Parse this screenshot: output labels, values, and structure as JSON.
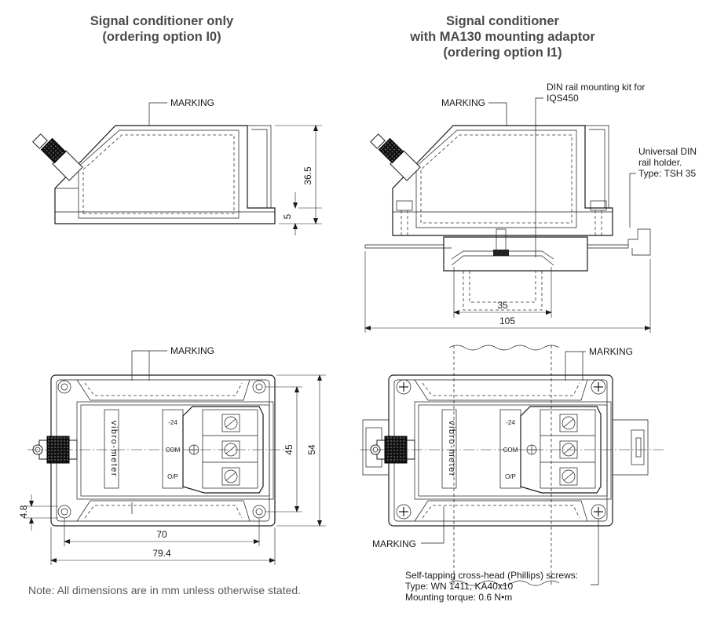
{
  "titles": {
    "left_line1": "Signal conditioner only",
    "left_line2": "(ordering option I0)",
    "right_line1": "Signal conditioner",
    "right_line2": "with MA130 mounting adaptor",
    "right_line3": "(ordering option I1)"
  },
  "labels": {
    "marking": "MARKING",
    "din_kit_line1": "DIN rail mounting kit for",
    "din_kit_line2": "IQS450",
    "holder_line1": "Universal DIN",
    "holder_line2": "rail holder.",
    "holder_line3": "Type: TSH 35",
    "screws_line1": "Self-tapping cross-head (Phillips) screws:",
    "screws_line2": "Type: WN 1411, KA40x10",
    "screws_line3": "Mounting torque: 0.6 N•m"
  },
  "dimensions": {
    "height": "36.5",
    "base": "5",
    "rail": "35",
    "overall_length": "105",
    "hole_pitch_v": "45",
    "width_v": "54",
    "hole_pitch_h": "70",
    "length_h": "79.4",
    "hole_offset": "4.8"
  },
  "terminals": {
    "t1": "-24",
    "t2": "COM",
    "t3": "O/P"
  },
  "brand_text": "vibro-meter",
  "note": "Note: All dimensions are in mm unless otherwise stated."
}
